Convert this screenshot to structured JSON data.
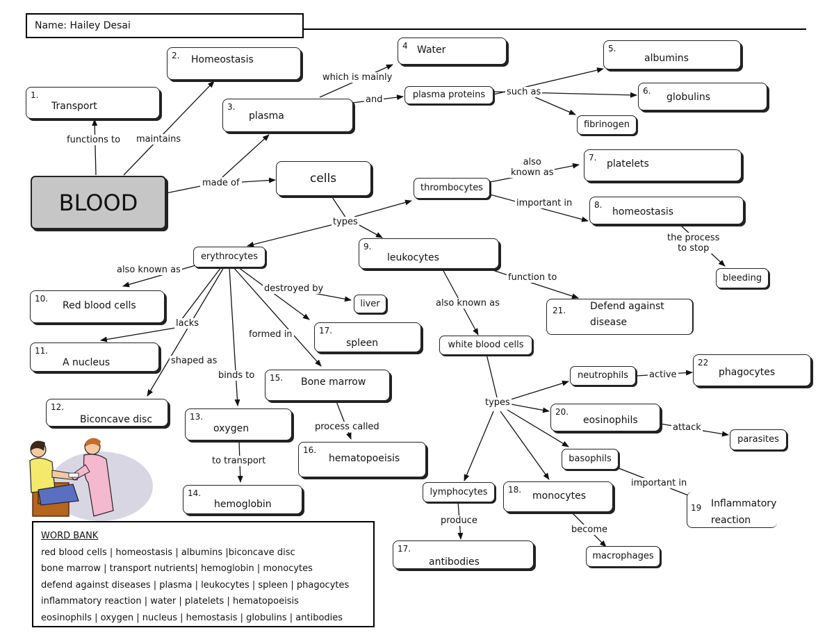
{
  "header": {
    "name_label": "Name: Hailey Desai"
  },
  "central_node": "BLOOD",
  "numbered_nodes": {
    "n1": {
      "num": "1.",
      "text": "Transport"
    },
    "n2": {
      "num": "2.",
      "text": "Homeostasis"
    },
    "n3": {
      "num": "3.",
      "text": "plasma"
    },
    "n4": {
      "num": "4",
      "text": "Water"
    },
    "n5": {
      "num": "5.",
      "text": "albumins"
    },
    "n6": {
      "num": "6.",
      "text": "globulins"
    },
    "n7": {
      "num": "7.",
      "text": "platelets"
    },
    "n8": {
      "num": "8.",
      "text": "homeostasis"
    },
    "n9": {
      "num": "9.",
      "text": "leukocytes"
    },
    "n10": {
      "num": "10.",
      "text": "Red blood cells"
    },
    "n11": {
      "num": "11.",
      "text": "A nucleus"
    },
    "n12": {
      "num": "12.",
      "text": "Biconcave disc"
    },
    "n13": {
      "num": "13.",
      "text": "oxygen"
    },
    "n14": {
      "num": "14.",
      "text": "hemoglobin"
    },
    "n15": {
      "num": "15.",
      "text": "Bone marrow"
    },
    "n16": {
      "num": "16.",
      "text": "hematopoeisis"
    },
    "n17a": {
      "num": "17.",
      "text": "spleen"
    },
    "n17b": {
      "num": "17.",
      "text": "antibodies"
    },
    "n18": {
      "num": "18.",
      "text": "monocytes"
    },
    "n19": {
      "num": "19",
      "text_line1": "Inflammatory",
      "text_line2": "reaction"
    },
    "n20": {
      "num": "20.",
      "text": "eosinophils"
    },
    "n21": {
      "num": "21.",
      "text_line1": "Defend against",
      "text_line2": "disease"
    },
    "n22": {
      "num": "22",
      "text": "phagocytes"
    }
  },
  "concept_nodes": {
    "cells": "cells",
    "plasma_proteins": "plasma proteins",
    "fibrinogen": "fibrinogen",
    "thrombocytes": "thrombocytes",
    "erythrocytes": "erythrocytes",
    "bleeding": "bleeding",
    "liver": "liver",
    "white_blood_cells": "white blood cells",
    "neutrophils": "neutrophils",
    "parasites": "parasites",
    "basophils": "basophils",
    "lymphocytes": "lymphocytes",
    "macrophages": "macrophages"
  },
  "link_labels": {
    "functions_to": "functions to",
    "maintains": "maintains",
    "made_of": "made of",
    "which_is_mainly": "which is mainly",
    "and": "and",
    "such_as": "such as",
    "also_known_as_thrombo_line1": "also",
    "also_known_as_thrombo_line2": "known as",
    "important_in_thrombo": "important in",
    "the_process_line1": "the process",
    "the_process_line2": "to stop",
    "types_cells": "types",
    "also_known_as_ery": "also known as",
    "destroyed_by": "destroyed by",
    "lacks": "lacks",
    "formed_in": "formed in",
    "shaped_as": "shaped as",
    "binds_to": "binds to",
    "process_called": "process called",
    "to_transport": "to transport",
    "function_to": "function to",
    "also_known_as_leuko": "also known as",
    "types_wbc": "types",
    "active": "active",
    "attack": "attack",
    "important_in_baso": "important in",
    "produce": "produce",
    "become": "become"
  },
  "word_bank": {
    "title": "WORD BANK",
    "lines": [
      "red blood cells | homeostasis  | albumins  |biconcave disc",
      "bone marrow | transport nutrients|  hemoglobin | monocytes",
      "defend against diseases | plasma | leukocytes | spleen | phagocytes",
      "inflammatory reaction | water | platelets |  hematopoeisis",
      "eosinophils | oxygen | nucleus | hemostasis | globulins | antibodies"
    ]
  }
}
